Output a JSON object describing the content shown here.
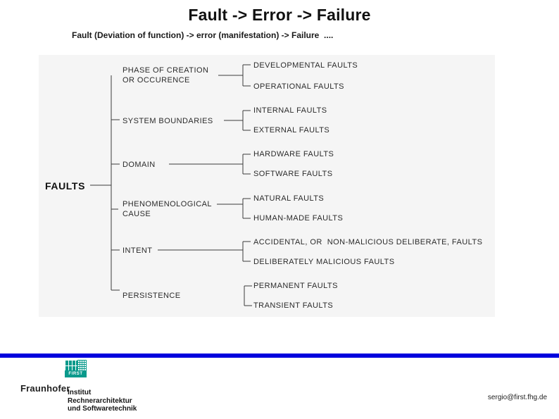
{
  "slide": {
    "title": "Fault -> Error -> Failure",
    "subtitle": "Fault (Deviation of function) -> error (manifestation) -> Failure  ...."
  },
  "diagram": {
    "root_label": "FAULTS",
    "categories": [
      {
        "label": "PHASE OF CREATION\nOR OCCURENCE",
        "children": [
          "DEVELOPMENTAL FAULTS",
          "OPERATIONAL FAULTS"
        ]
      },
      {
        "label": "SYSTEM BOUNDARIES",
        "children": [
          "INTERNAL FAULTS",
          "EXTERNAL FAULTS"
        ]
      },
      {
        "label": "DOMAIN",
        "children": [
          "HARDWARE FAULTS",
          "SOFTWARE FAULTS"
        ]
      },
      {
        "label": "PHENOMENOLOGICAL\nCAUSE",
        "children": [
          "NATURAL FAULTS",
          "HUMAN-MADE FAULTS"
        ]
      },
      {
        "label": "INTENT",
        "children": [
          "ACCIDENTAL, OR  NON-MALICIOUS DELIBERATE, FAULTS",
          "DELIBERATELY MALICIOUS FAULTS"
        ]
      },
      {
        "label": "PERSISTENCE",
        "children": [
          "PERMANENT FAULTS",
          "TRANSIENT FAULTS"
        ]
      }
    ]
  },
  "footer": {
    "logo_box_text": "FIRST",
    "brand": "Fraunhofer",
    "institute_lines": [
      "Institut",
      "Rechnerarchitektur",
      "und Softwaretechnik"
    ],
    "email": "sergio@first.fhg.de",
    "accent_blue": "#0000dd",
    "brand_teal": "#0a9a8c"
  }
}
